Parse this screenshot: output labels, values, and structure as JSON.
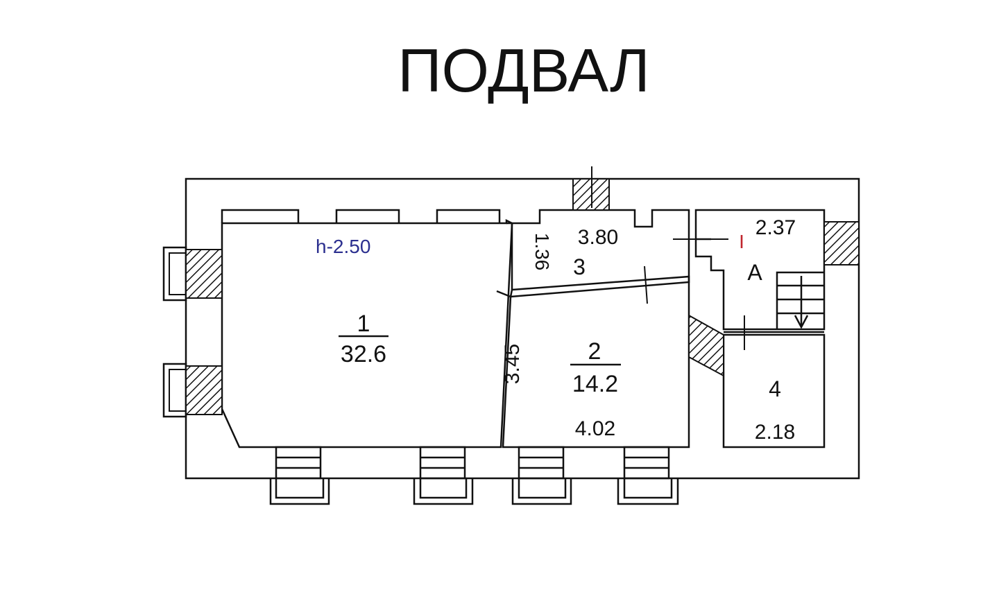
{
  "title": "ПОДВАЛ",
  "ceiling_height": "h-2.50",
  "rooms": [
    {
      "number": "1",
      "area": "32.6"
    },
    {
      "number": "2",
      "area": "14.2"
    },
    {
      "number": "3"
    },
    {
      "number": "4"
    }
  ],
  "dimensions": {
    "room3_width": "3.80",
    "room3_depth": "1.36",
    "room2_side": "3.45",
    "room2_width": "4.02",
    "stair_width": "2.37",
    "room4_width": "2.18"
  },
  "stair_label": "А",
  "section_mark": "I",
  "colors": {
    "line": "#111111",
    "ceiling_label": "#2b2f8f",
    "section_mark": "#c0262d"
  }
}
